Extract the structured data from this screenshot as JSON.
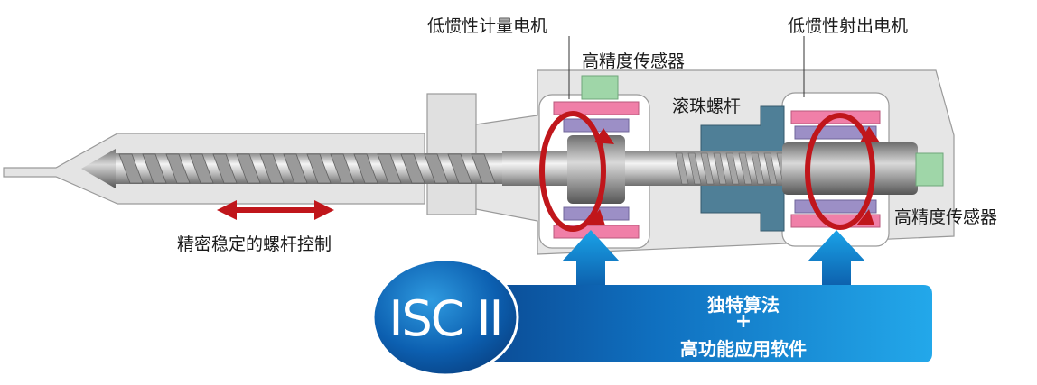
{
  "labels": {
    "metering_motor": "低惯性计量电机",
    "injection_motor": "低惯性射出电机",
    "sensor_top": "高精度传感器",
    "ball_screw": "滚珠螺杆",
    "sensor_right": "高精度传感器",
    "screw_control": "精密稳定的螺杆控制"
  },
  "logo_text": "ISC II",
  "band": {
    "line1": "独特算法",
    "plus": "+",
    "line2": "高功能应用软件"
  },
  "colors": {
    "housing": "#e6e6e6",
    "housing_stroke": "#9a9a9a",
    "rotation_arrow": "#c0161b",
    "band_dark": "#0a3f86",
    "band_light": "#1a9be3",
    "sensor_green": "#9fd6a8",
    "coil_pink": "#f07fa8",
    "rotor_purple": "#9c8fc6",
    "nut_blue": "#4f7f97"
  },
  "icons": [
    "rotation-arrow-icon",
    "double-arrow-icon",
    "up-arrow-icon"
  ]
}
